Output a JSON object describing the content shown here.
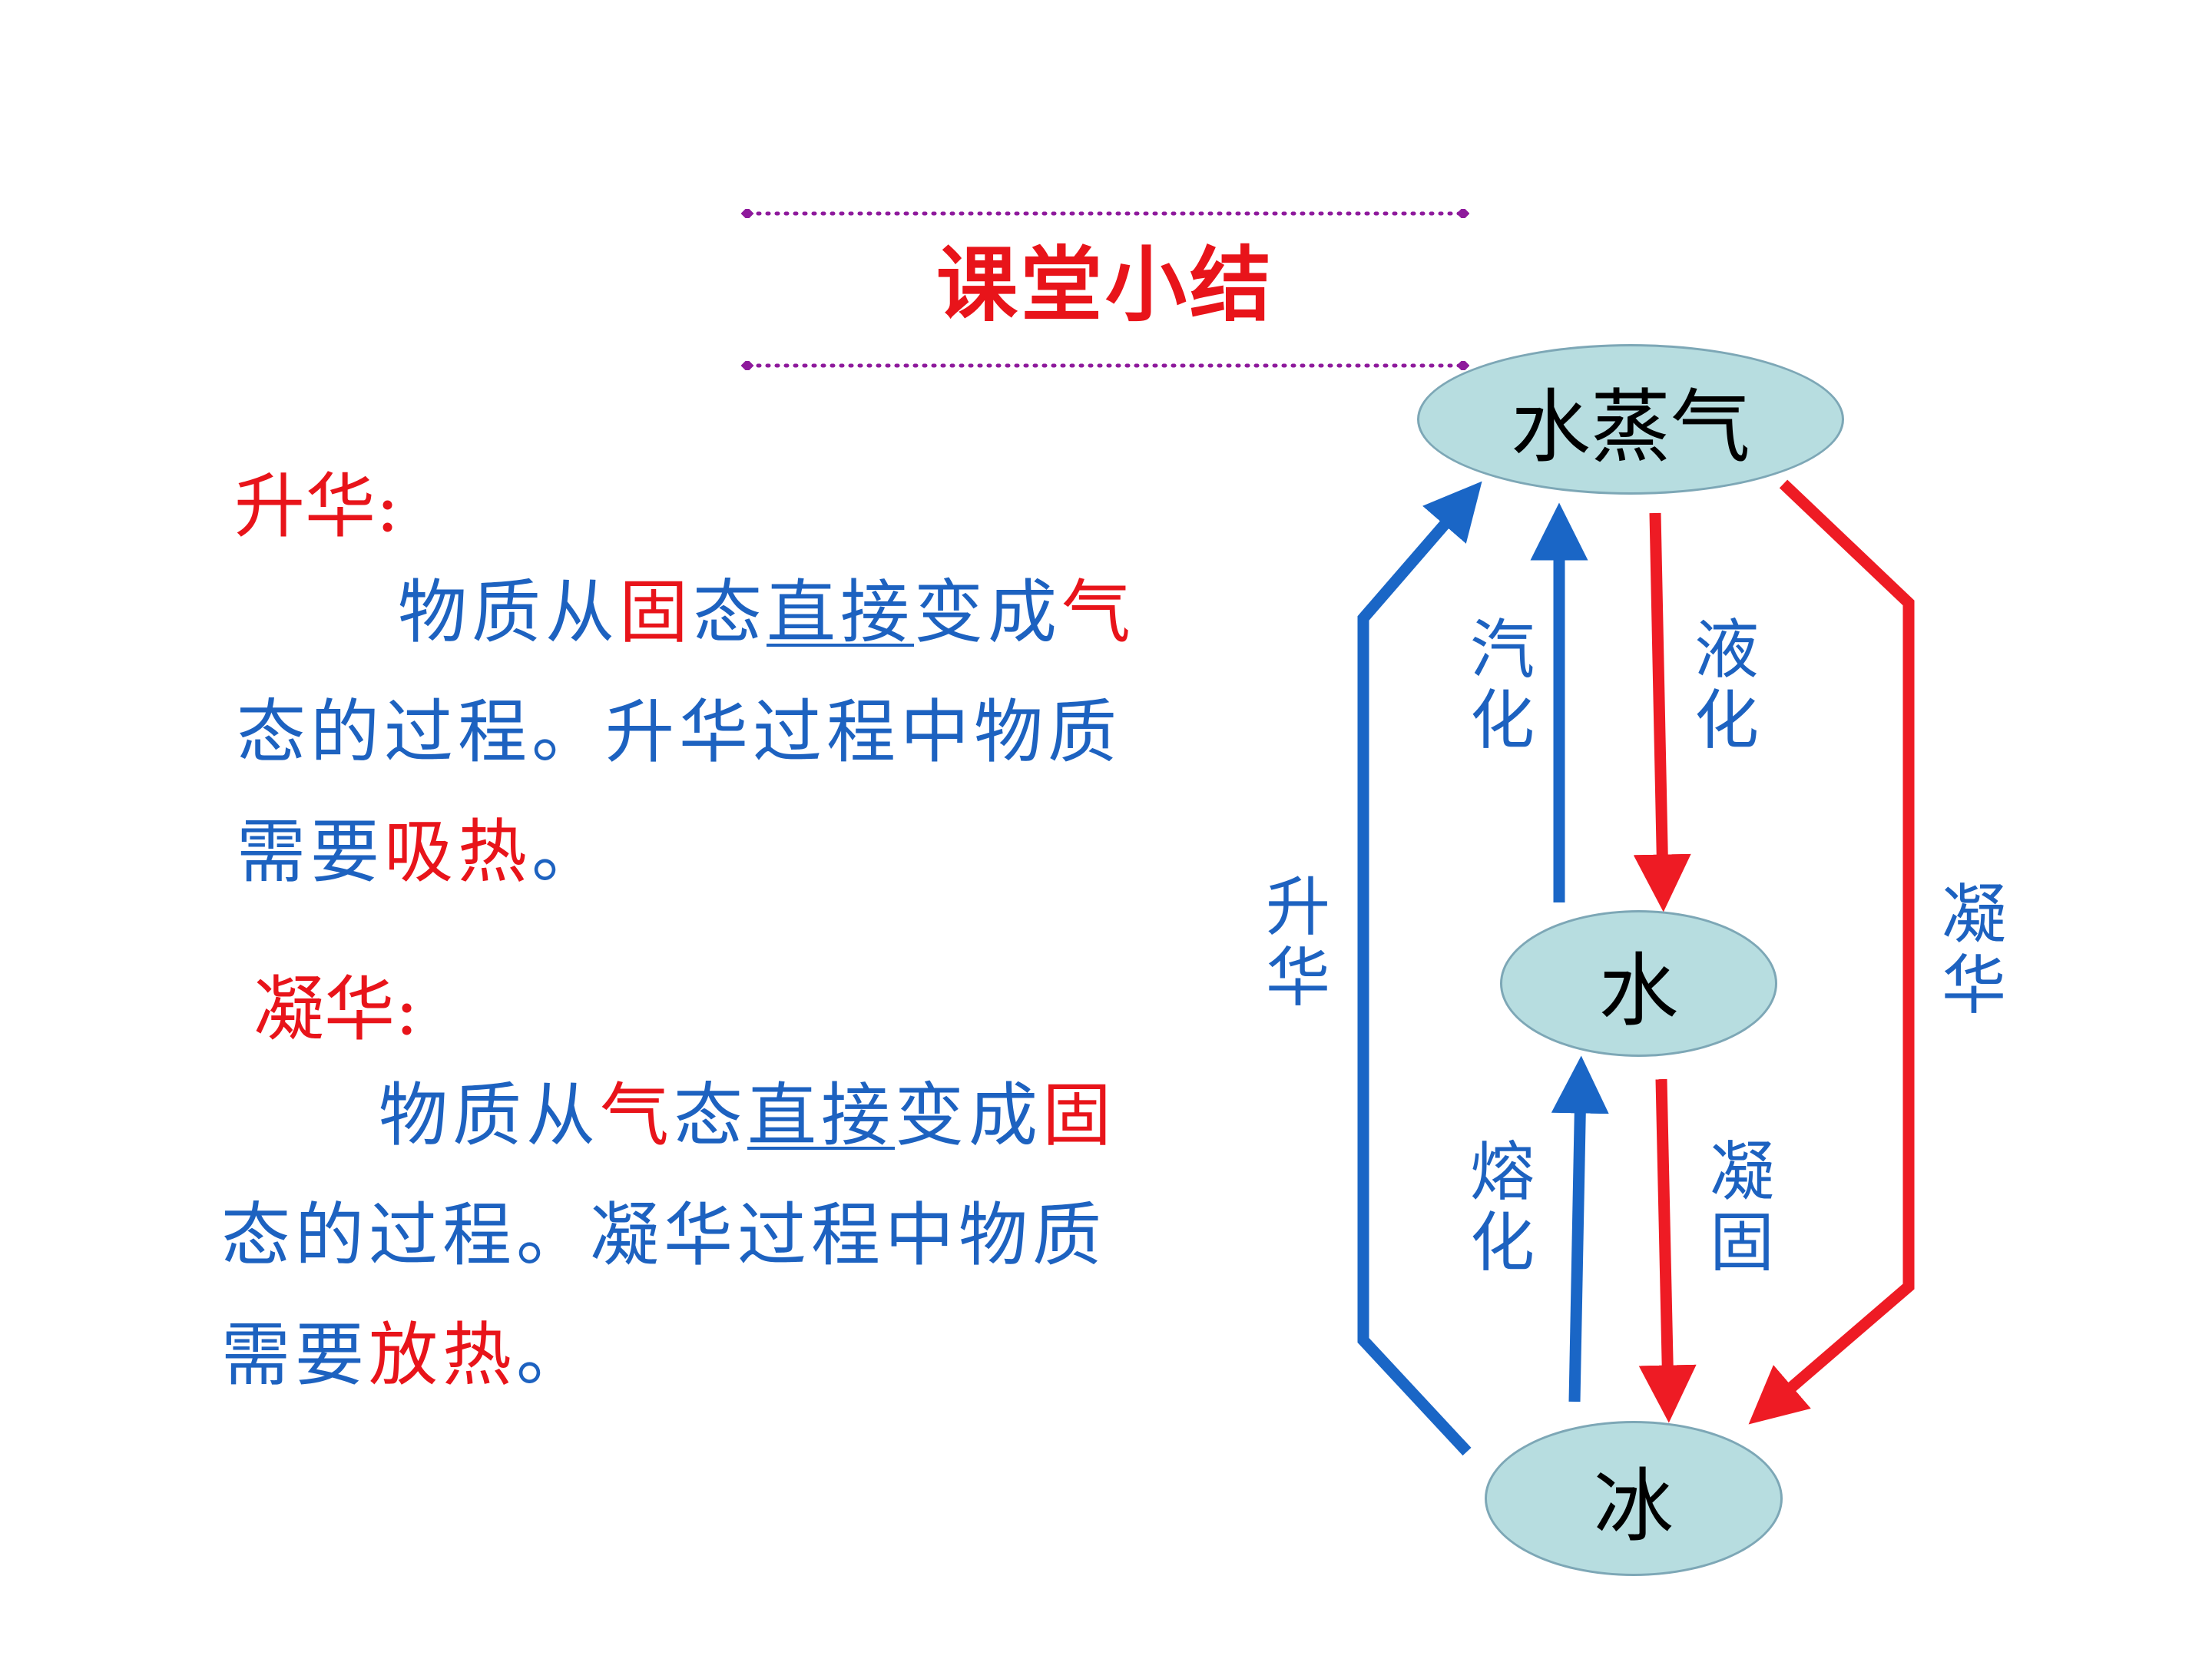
{
  "slide": {
    "title": "课堂小结"
  },
  "colors": {
    "title_red": "#e8141a",
    "text_blue": "#1d62c0",
    "node_fill": "#b7dde0",
    "deco_purple": "#8e1a9c",
    "arrow_blue": "#1a66c6",
    "arrow_red": "#ee1b24"
  },
  "sublimation": {
    "heading": "升华:",
    "line1": [
      "物质从",
      "固",
      "态",
      "直接",
      "变成",
      "气"
    ],
    "line2": "态的过程。升华过程中物质",
    "line3": [
      "需要",
      "吸热",
      "。"
    ]
  },
  "deposition": {
    "heading": "凝华:",
    "line1": [
      "物质从",
      "气",
      "态",
      "直接",
      "变成",
      "固"
    ],
    "line2": "态的过程。凝华过程中物质",
    "line3": [
      "需要",
      "放热",
      "。"
    ]
  },
  "diagram": {
    "nodes": {
      "vapor": "水蒸气",
      "water": "水",
      "ice": "冰"
    },
    "labels": {
      "vaporization": "汽化",
      "liquefaction": "液化",
      "melting": "熔化",
      "solidification": "凝固",
      "sublimation": "升华",
      "deposition": "凝华"
    }
  }
}
